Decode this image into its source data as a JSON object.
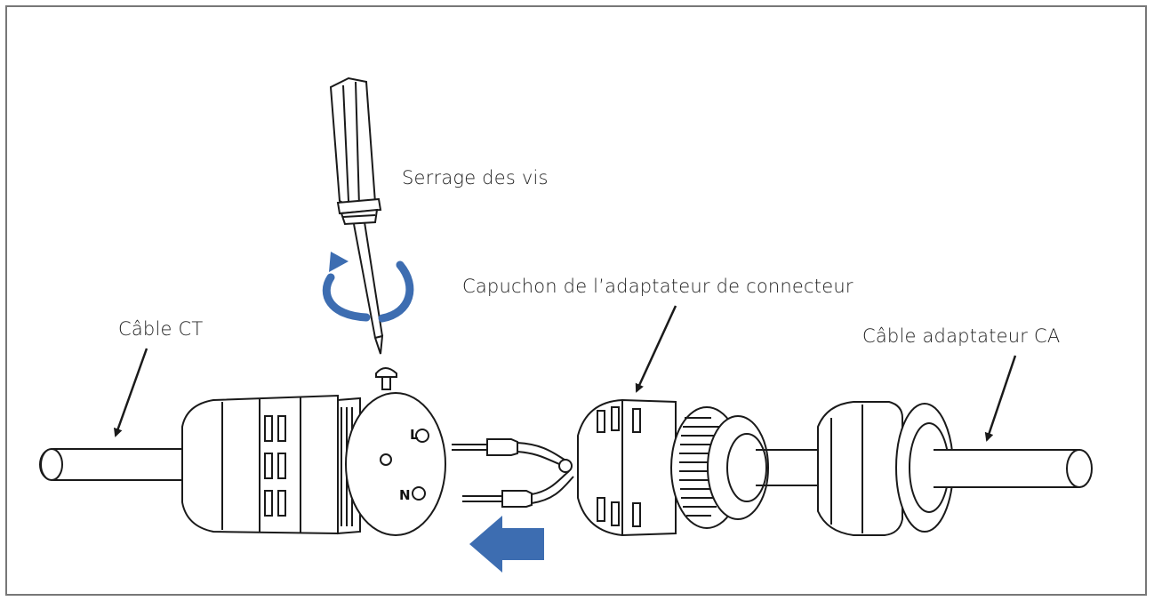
{
  "labels": {
    "screw_tightening": "Serrage des vis",
    "connector_cap": "Capuchon de l’adaptateur de connecteur",
    "ct_cable": "Câble CT",
    "ac_adapter_cable": "Câble adaptateur CA"
  },
  "pins": {
    "line": "L",
    "neutral": "N"
  },
  "colors": {
    "arrow_blue": "#3d6db1",
    "outline": "#1a1a1a",
    "frame": "#777777"
  }
}
